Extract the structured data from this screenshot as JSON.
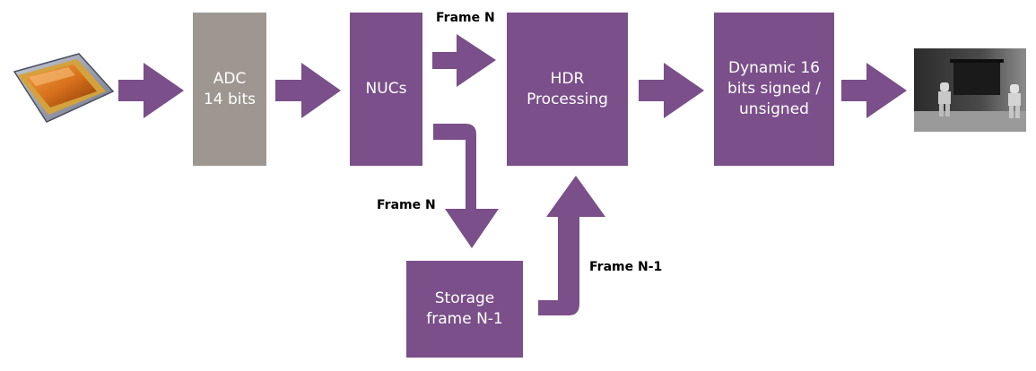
{
  "blocks": {
    "adc": "ADC\n14 bits",
    "nucs": "NUCs",
    "hdr": "HDR\nProcessing",
    "output": "Dynamic 16\nbits signed /\nunsigned",
    "storage": "Storage\nframe N-1"
  },
  "labels": {
    "frame_n_top": "Frame N",
    "frame_n_down": "Frame N",
    "frame_n_minus_1": "Frame N-1"
  },
  "colors": {
    "block": "#7a4f8a",
    "adc_block": "#9e9791",
    "arrow": "#7a4f8a"
  },
  "icons": {
    "sensor": "sensor-chip-icon",
    "output_image": "grayscale-output-image"
  }
}
